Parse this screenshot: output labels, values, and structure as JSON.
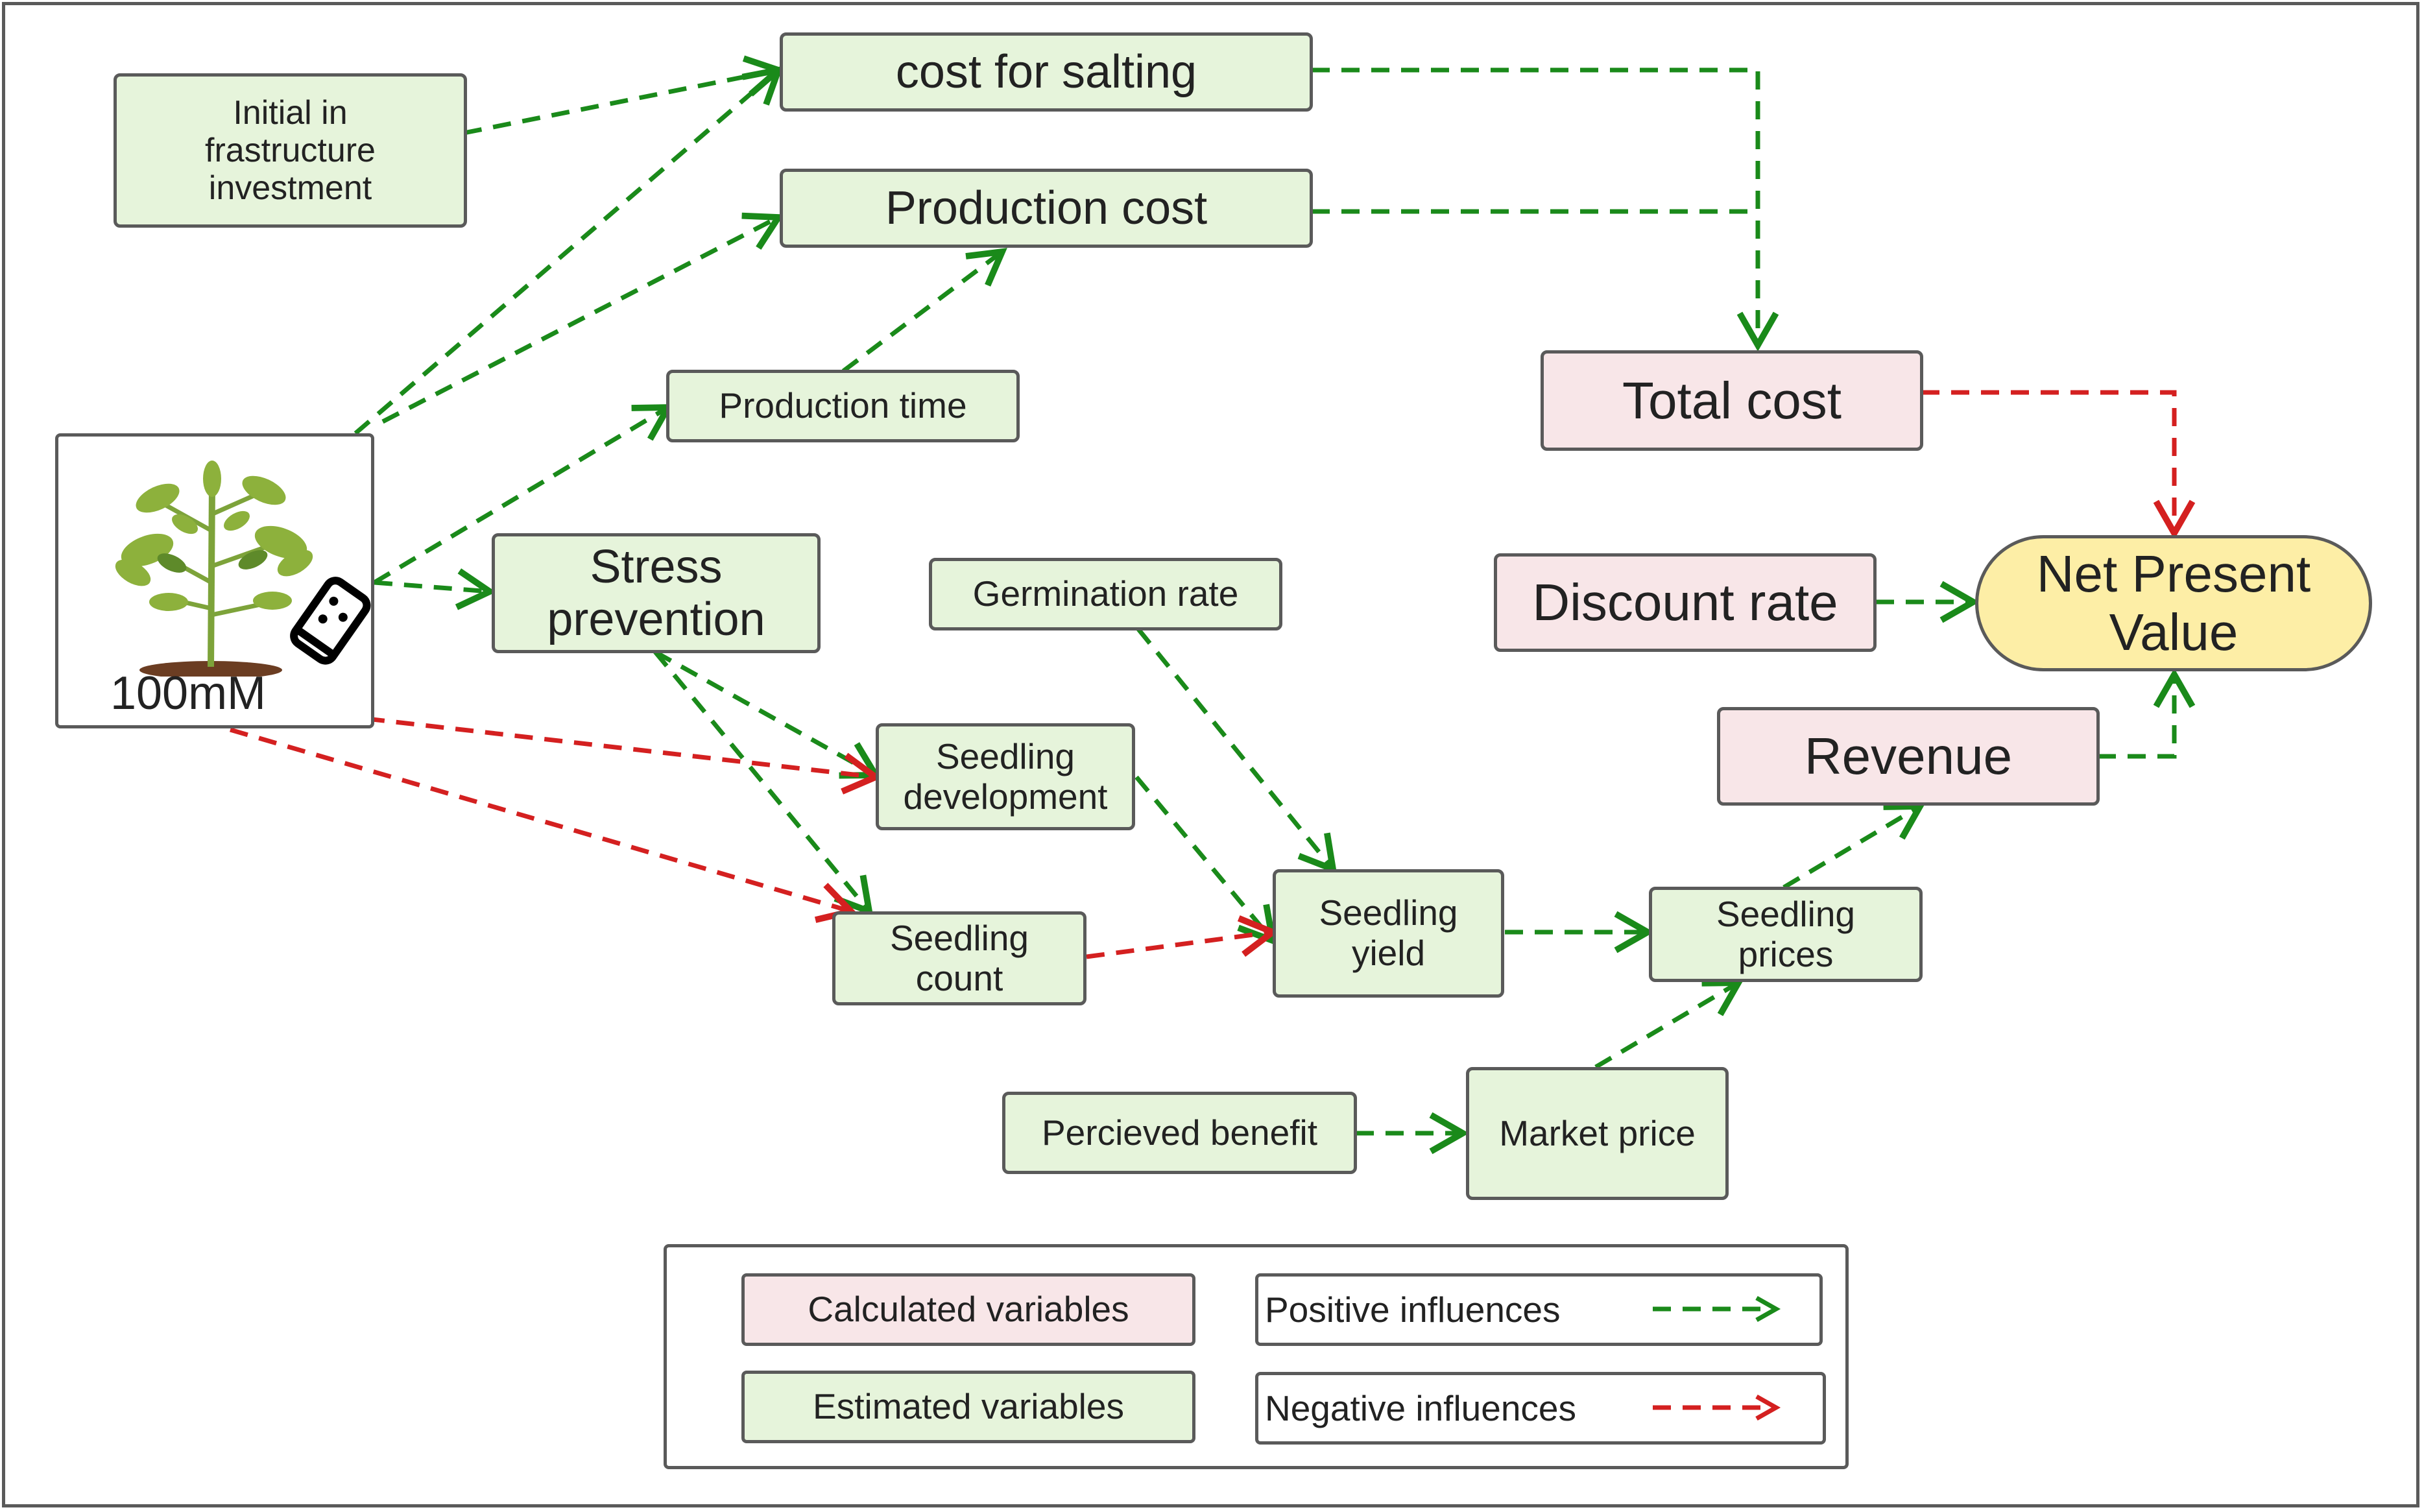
{
  "nodes": {
    "infrastructure": "Initial in frastructure investment",
    "salting_cost": "cost for salting",
    "production_cost": "Production cost",
    "production_time": "Production time",
    "stress_prevention": "Stress prevention",
    "germination_rate": "Germination rate",
    "seedling_development": "Seedling development",
    "seedling_count": "Seedling count",
    "seedling_yield": "Seedling yield",
    "seedling_prices": "Seedling prices",
    "perceived_benefit": "Percieved benefit",
    "market_price": "Market price",
    "total_cost": "Total cost",
    "discount_rate": "Discount rate",
    "revenue": "Revenue",
    "npv": "Net Present Value",
    "treatment_label": "100mM"
  },
  "legend": {
    "calculated": "Calculated variables",
    "estimated": "Estimated variables",
    "positive": "Positive influences",
    "negative": "Negative influences"
  },
  "colors": {
    "estimated_fill": "#e6f4db",
    "calculated_fill": "#f8e6e8",
    "npv_fill": "#fdeea6",
    "positive": "#1a8a1a",
    "negative": "#d42020",
    "border": "#5a5a5a"
  },
  "icons": [
    "plant-icon",
    "salt-shaker-icon"
  ]
}
